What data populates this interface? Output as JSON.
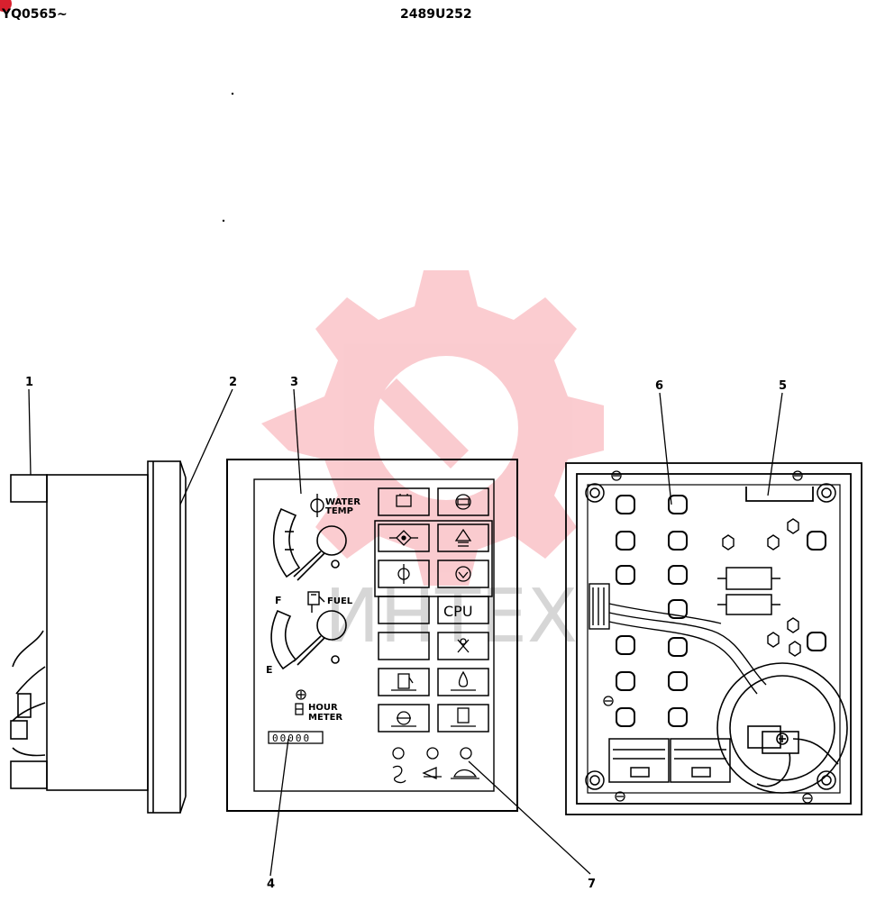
{
  "header": {
    "left_id": "YQ0565~",
    "center_id": "2489U252"
  },
  "callouts": {
    "c1": "1",
    "c2": "2",
    "c3": "3",
    "c4": "4",
    "c5": "5",
    "c6": "6",
    "c7": "7"
  },
  "front_panel": {
    "water_temp_line1": "WATER",
    "water_temp_line2": "TEMP",
    "fuel_label": "FUEL",
    "fuel_full": "F",
    "fuel_empty": "E",
    "hour_meter_line1": "HOUR",
    "hour_meter_line2": "METER",
    "hour_meter_digits": "00000",
    "cpu_label": "CPU"
  },
  "watermark": {
    "text": "ИНТЕХ"
  }
}
